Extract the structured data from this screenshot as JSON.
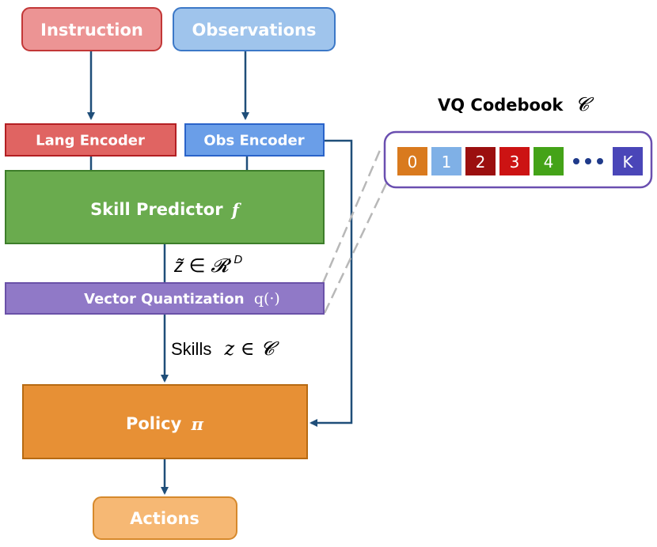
{
  "nodes": {
    "instruction": "Instruction",
    "observations": "Observations",
    "lang_encoder": "Lang Encoder",
    "obs_encoder": "Obs Encoder",
    "skill_predictor": "Skill Predictor",
    "skill_predictor_symbol": "f",
    "vector_quantization": "Vector Quantization",
    "vector_quantization_symbol": "q(·)",
    "policy": "Policy",
    "policy_symbol": "π",
    "actions": "Actions"
  },
  "edge_labels": {
    "z_tilde": "z̃ ∈ 𝓡",
    "z_tilde_superscript": "D",
    "skills_word": "Skills",
    "skills_math": "z ∈ 𝓒"
  },
  "codebook": {
    "title": "VQ Codebook",
    "title_symbol": "𝓒",
    "codes": [
      {
        "label": "0",
        "color": "#d97a1e"
      },
      {
        "label": "1",
        "color": "#7fb0e6"
      },
      {
        "label": "2",
        "color": "#9b0f0f"
      },
      {
        "label": "3",
        "color": "#cc1313"
      },
      {
        "label": "4",
        "color": "#44a318"
      },
      {
        "label": "K",
        "color": "#4a46b8"
      }
    ],
    "ellipsis_color": "#1f3a8a"
  },
  "colors": {
    "instruction_fill": "#ec9494",
    "instruction_stroke": "#c23737",
    "observations_fill": "#9fc4ec",
    "observations_stroke": "#3c78c7",
    "lang_fill": "#e06462",
    "lang_stroke": "#b31f23",
    "obs_fill": "#6a9ee8",
    "obs_stroke": "#2a63c9",
    "skill_fill": "#6aab4e",
    "skill_stroke": "#3d7e2a",
    "vq_fill": "#9079c7",
    "vq_stroke": "#6a51a8",
    "policy_fill": "#e79035",
    "policy_stroke": "#b76a12",
    "actions_fill": "#f6b874",
    "actions_stroke": "#d6892c",
    "arrow": "#1f4e79",
    "codebook_stroke": "#6a4fb0",
    "dash": "#b8b8b8"
  }
}
